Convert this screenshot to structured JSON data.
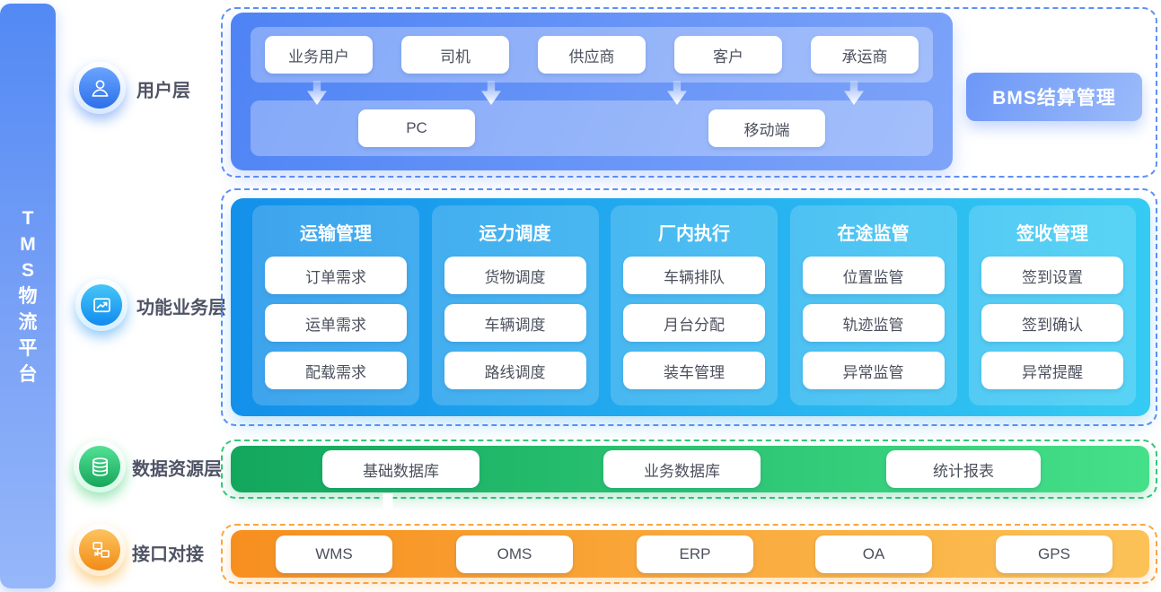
{
  "platform": {
    "title": "TMS物流平台",
    "title_chars": [
      "T",
      "M",
      "S",
      "物",
      "流",
      "平",
      "台"
    ]
  },
  "layers": [
    {
      "label": "用户层",
      "icon": "user-icon"
    },
    {
      "label": "功能业务层",
      "icon": "line-chart-icon"
    },
    {
      "label": "数据资源层",
      "icon": "database-icon"
    },
    {
      "label": "接口对接",
      "icon": "network-icon"
    }
  ],
  "user_layer": {
    "roles": [
      "业务用户",
      "司机",
      "供应商",
      "客户",
      "承运商"
    ],
    "devices": [
      "PC",
      "移动端"
    ],
    "bms_button": "BMS结算管理"
  },
  "business_layer": {
    "groups": [
      {
        "title": "运输管理",
        "items": [
          "订单需求",
          "运单需求",
          "配载需求"
        ]
      },
      {
        "title": "运力调度",
        "items": [
          "货物调度",
          "车辆调度",
          "路线调度"
        ]
      },
      {
        "title": "厂内执行",
        "items": [
          "车辆排队",
          "月台分配",
          "装车管理"
        ]
      },
      {
        "title": "在途监管",
        "items": [
          "位置监管",
          "轨迹监管",
          "异常监管"
        ]
      },
      {
        "title": "签收管理",
        "items": [
          "签到设置",
          "签到确认",
          "异常提醒"
        ]
      }
    ]
  },
  "data_layer": {
    "items": [
      "基础数据库",
      "业务数据库",
      "统计报表"
    ]
  },
  "interface_layer": {
    "items": [
      "WMS",
      "OMS",
      "ERP",
      "OA",
      "GPS"
    ]
  },
  "colors": {
    "primary_blue": "#5B8CF7",
    "business_blue": "#1390EA",
    "business_cyan": "#35CBF3",
    "data_green": "#16AC62",
    "interface_orange": "#F7941F",
    "pill_text": "#4B505D",
    "label_text": "#4E5365"
  }
}
